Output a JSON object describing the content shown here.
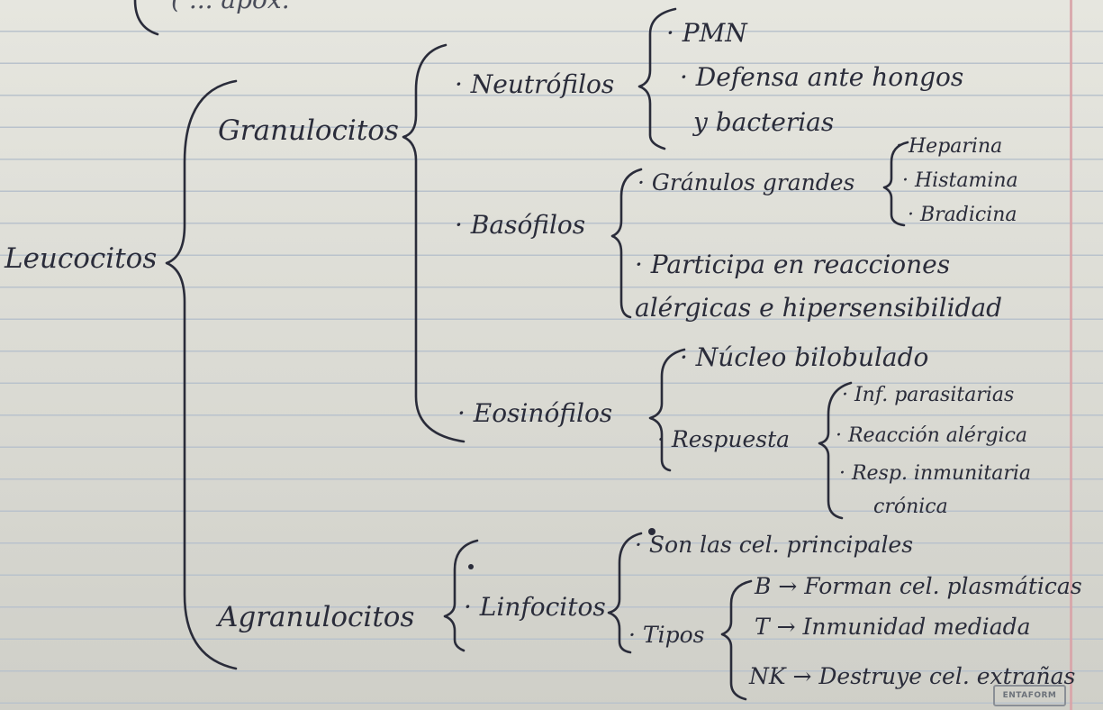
{
  "top_fragment": "( ... apox.",
  "root": "Leucocitos",
  "granulocitos": {
    "label": "Granulocitos",
    "neutrofilos": {
      "label": "· Neutrófilos",
      "items": [
        "· PMN",
        "· Defensa ante hongos",
        "y bacterias"
      ]
    },
    "basofilos": {
      "label": "· Basófilos",
      "granulos": "· Gránulos grandes",
      "granulos_items": [
        "· Heparina",
        "· Histamina",
        "· Bradicina"
      ],
      "participa": [
        "· Participa en reacciones",
        "alérgicas e hipersensibilidad"
      ]
    },
    "eosinofilos": {
      "label": "· Eosinófilos",
      "nucleo": "· Núcleo bilobulado",
      "respuesta": "· Respuesta",
      "respuesta_items": [
        "· Inf. parasitarias",
        "· Reacción alérgica",
        "· Resp. inmunitaria",
        "crónica"
      ]
    }
  },
  "agranulocitos": {
    "label": "Agranulocitos",
    "linfocitos": {
      "label": "· Linfocitos",
      "principales": "· Son las cel. principales",
      "tipos": "· Tipos",
      "tipos_items": [
        "B → Forman cel. plasmáticas",
        "T → Inmunidad mediada",
        "NK → Destruye cel. extrañas"
      ]
    }
  },
  "brand": "ENTAFORM"
}
